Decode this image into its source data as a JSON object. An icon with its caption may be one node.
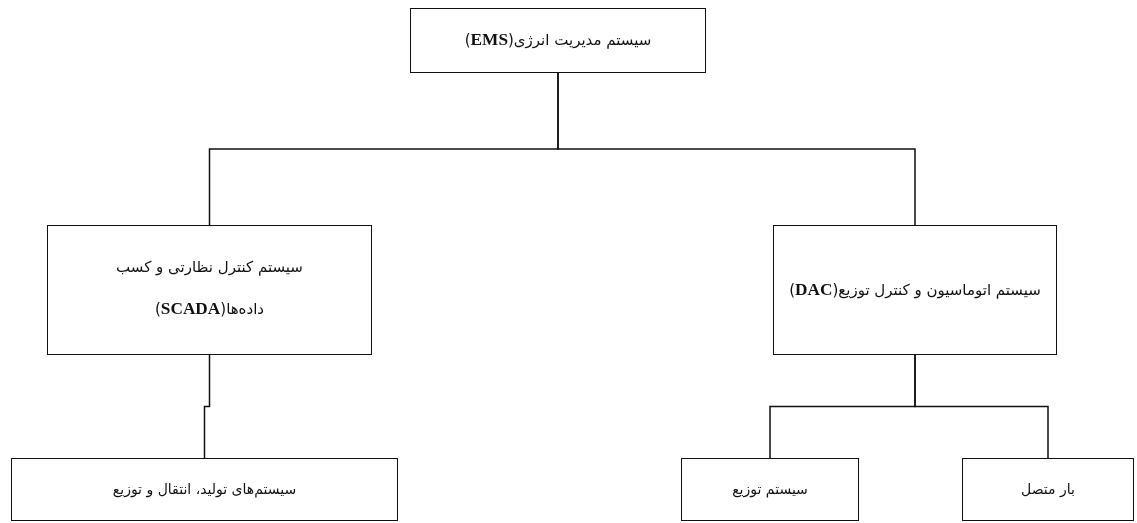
{
  "diagram": {
    "nodes": [
      {
        "text": [
          "سیستم مدیریت انرژی(**EMS**)"
        ]
      },
      {
        "text": [
          "سیستم کنترل نظارتی و کسب داده‌ها(**SCADA**)"
        ]
      },
      {
        "text": [
          "سیستم اتوماسیون و کنترل توزیع(**DAC**)"
        ]
      },
      {
        "text": [
          "سیستم‌های تولید، انتقال و توزیع"
        ]
      },
      {
        "text": [
          "سیستم توزیع"
        ]
      },
      {
        "text": [
          "بار متصل"
        ]
      }
    ],
    "edges": [
      {
        "from": 0,
        "to": 1,
        "arrow": "none"
      },
      {
        "from": 0,
        "to": 2,
        "arrow": "none"
      },
      {
        "from": 1,
        "to": 3,
        "arrow": "none"
      },
      {
        "from": 2,
        "to": 4,
        "arrow": "none"
      },
      {
        "from": 2,
        "to": 5,
        "arrow": "none"
      }
    ]
  }
}
